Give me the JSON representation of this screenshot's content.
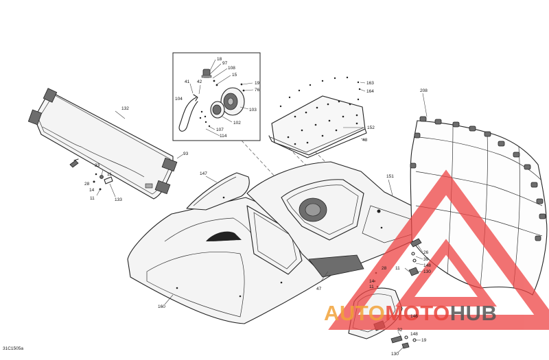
{
  "diagram": {
    "code": "31C1505a",
    "labels": [
      {
        "id": "18",
        "text": "18"
      },
      {
        "id": "97",
        "text": "97"
      },
      {
        "id": "108",
        "text": "108"
      },
      {
        "id": "15",
        "text": "15"
      },
      {
        "id": "41",
        "text": "41"
      },
      {
        "id": "42",
        "text": "42"
      },
      {
        "id": "19a",
        "text": "19"
      },
      {
        "id": "76",
        "text": "76"
      },
      {
        "id": "104",
        "text": "104"
      },
      {
        "id": "103",
        "text": "103"
      },
      {
        "id": "102",
        "text": "102"
      },
      {
        "id": "107",
        "text": "107"
      },
      {
        "id": "114",
        "text": "114"
      },
      {
        "id": "163",
        "text": "163"
      },
      {
        "id": "164",
        "text": "164"
      },
      {
        "id": "152",
        "text": "152"
      },
      {
        "id": "48",
        "text": "48"
      },
      {
        "id": "208",
        "text": "208"
      },
      {
        "id": "132",
        "text": "132"
      },
      {
        "id": "93",
        "text": "93"
      },
      {
        "id": "33",
        "text": "33"
      },
      {
        "id": "28a",
        "text": "28"
      },
      {
        "id": "14",
        "text": "14"
      },
      {
        "id": "11a",
        "text": "11"
      },
      {
        "id": "11b",
        "text": "11"
      },
      {
        "id": "133",
        "text": "133"
      },
      {
        "id": "147",
        "text": "147"
      },
      {
        "id": "151",
        "text": "151"
      },
      {
        "id": "26",
        "text": "26"
      },
      {
        "id": "39",
        "text": "39"
      },
      {
        "id": "148a",
        "text": "148"
      },
      {
        "id": "130a",
        "text": "130"
      },
      {
        "id": "11c",
        "text": "11"
      },
      {
        "id": "28b",
        "text": "28"
      },
      {
        "id": "14b",
        "text": "14"
      },
      {
        "id": "11d",
        "text": "11"
      },
      {
        "id": "47",
        "text": "47"
      },
      {
        "id": "160",
        "text": "160"
      },
      {
        "id": "146",
        "text": "146"
      },
      {
        "id": "32",
        "text": "32"
      },
      {
        "id": "148b",
        "text": "148"
      },
      {
        "id": "19b",
        "text": "19"
      },
      {
        "id": "130b",
        "text": "130"
      }
    ]
  },
  "watermark": {
    "part1": "AUTO",
    "part2": "MOTO",
    "part3": "HUB",
    "color1": "#f2a33a",
    "color2": "#e8443a",
    "color3": "#555555",
    "triangle_color": "#ee4444"
  }
}
